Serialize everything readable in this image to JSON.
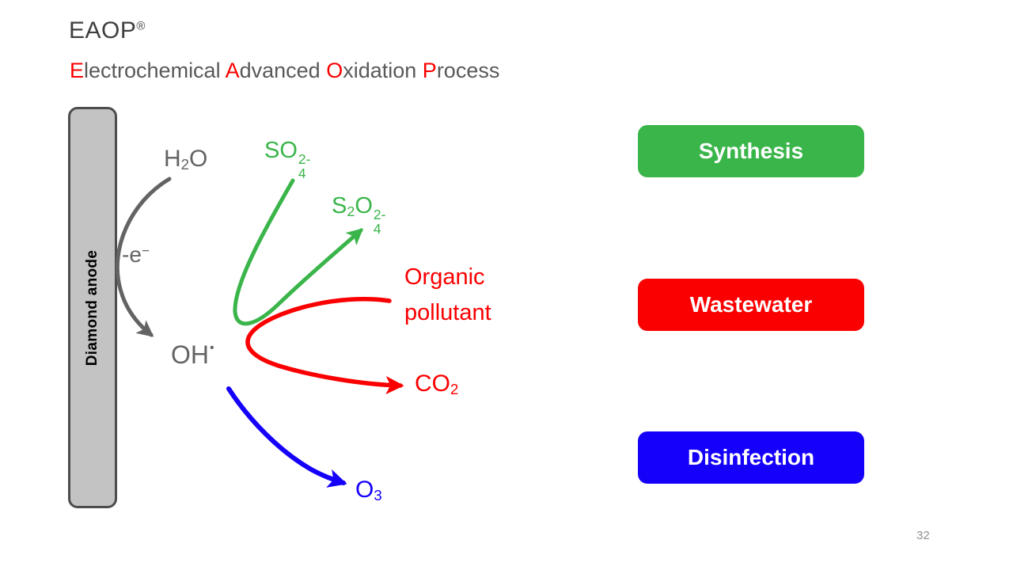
{
  "page": {
    "number": "32"
  },
  "header": {
    "title": "EAOP",
    "registered_mark": "®",
    "subtitle_segments": [
      {
        "text": "E",
        "accent": true
      },
      {
        "text": "lectrochemical ",
        "accent": false
      },
      {
        "text": "A",
        "accent": true
      },
      {
        "text": "dvanced ",
        "accent": false
      },
      {
        "text": "O",
        "accent": true
      },
      {
        "text": "xidation ",
        "accent": false
      },
      {
        "text": "P",
        "accent": true
      },
      {
        "text": "rocess",
        "accent": false
      }
    ]
  },
  "electrode": {
    "label": "Diamond anode"
  },
  "species": {
    "h2o": {
      "base": "H",
      "sub": "2",
      "tail": "O"
    },
    "electron": {
      "base": "-e",
      "sup": "−"
    },
    "oh": {
      "base": "OH",
      "radical": "•"
    },
    "so4": {
      "base": "SO",
      "sup": "2-",
      "sub": "4"
    },
    "s2o4": {
      "s": "S",
      "s_sub": "2",
      "o": "O",
      "sup": "2-",
      "o_sub": "4"
    },
    "organic_pollutant": {
      "line1": "Organic",
      "line2": "pollutant"
    },
    "co2": {
      "base": "CO",
      "sub": "2"
    },
    "o3": {
      "base": "O",
      "sub": "3"
    }
  },
  "badges": [
    {
      "label": "Synthesis",
      "color": "#3ab54a"
    },
    {
      "label": "Wastewater",
      "color": "#fa0000"
    },
    {
      "label": "Disinfection",
      "color": "#1500fa"
    }
  ],
  "colors": {
    "title_gray": "#3f3f3f",
    "subtitle_gray": "#595959",
    "accent_red": "#fa0000",
    "green": "#3ab54a",
    "blue": "#1500fa",
    "species_gray": "#636363",
    "electrode_fill": "#c3c3c3",
    "electrode_border": "#4d4d4d",
    "page_number_gray": "#909090"
  }
}
